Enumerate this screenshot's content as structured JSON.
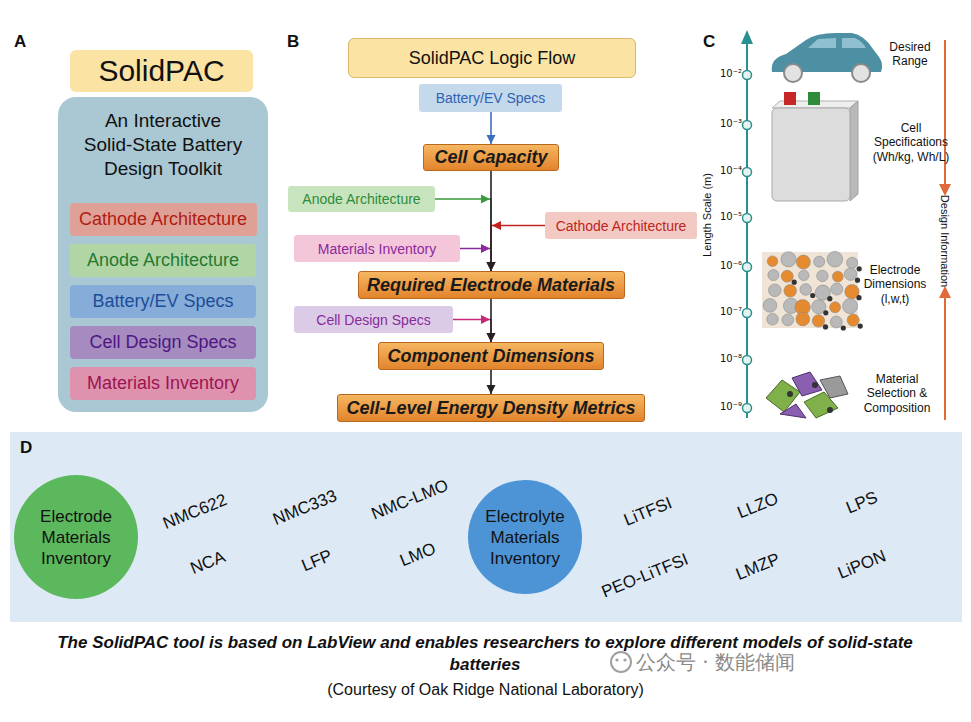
{
  "diagram": {
    "caption": "The SolidPAC tool is based on LabView and enables researchers to explore different models of solid-state batteries",
    "nodes": [
      {
        "text": [
          "SolidPAC"
        ]
      },
      {
        "text": [
          "An Interactive Solid-State Battery Design Toolkit"
        ]
      },
      {
        "text": [
          "Cathode Architecture"
        ],
        "in": 1
      },
      {
        "text": [
          "Anode Architecture"
        ],
        "in": 1
      },
      {
        "text": [
          "Battery/EV Specs"
        ],
        "in": 1
      },
      {
        "text": [
          "Cell Design Specs"
        ],
        "in": 1
      },
      {
        "text": [
          "Materials Inventory"
        ],
        "in": 1
      },
      {
        "text": [
          "SolidPAC Logic Flow"
        ]
      },
      {
        "text": [
          "Battery/EV Specs"
        ]
      },
      {
        "text": [
          "Cell Capacity"
        ]
      },
      {
        "text": [
          "Anode Architecture"
        ]
      },
      {
        "text": [
          "Cathode Architecture"
        ]
      },
      {
        "text": [
          "Materials Inventory"
        ]
      },
      {
        "text": [
          "Required Electrode Materials"
        ]
      },
      {
        "text": [
          "Cell Design Specs"
        ]
      },
      {
        "text": [
          "Component Dimensions"
        ]
      },
      {
        "text": [
          "Cell-Level Energy Density Metrics"
        ]
      },
      {
        "text": [
          "D"
        ]
      },
      {
        "text": [
          "Electrode Materials Inventory"
        ],
        "in": 17
      },
      {
        "text": [
          "Electrolyte Materials Inventory"
        ],
        "in": 17
      }
    ],
    "edges": [
      {
        "from": 8,
        "to": 9,
        "arrow": "to"
      },
      {
        "from": 9,
        "to": 13,
        "arrow": "to"
      },
      {
        "from": 10,
        "to": 13,
        "arrow": "to"
      },
      {
        "from": 11,
        "to": 13,
        "arrow": "to"
      },
      {
        "from": 12,
        "to": 13,
        "arrow": "to"
      },
      {
        "from": 13,
        "to": 15,
        "arrow": "to"
      },
      {
        "from": 14,
        "to": 15,
        "arrow": "to"
      },
      {
        "from": 15,
        "to": 16,
        "arrow": "to"
      },
      {
        "from": 18,
        "to": 19,
        "arrow": "to"
      }
    ],
    "labels": [
      "A",
      "B",
      "C",
      "10⁻²",
      "10⁻³",
      "10⁻⁴",
      "10⁻⁵",
      "10⁻⁶",
      "10⁻⁷",
      "10⁻⁸",
      "10⁻⁹",
      "Length Scale (m)",
      "Desired Range",
      "Cell Specifications (Wh/kg, Wh/L)",
      "Electrode Dimensions (l,w,t)",
      "Material Selection & Composition",
      "Design Information",
      "NMC622",
      "NMC333",
      "NMC-LMO",
      "NCA",
      "LFP",
      "LMO",
      "LiTFSI",
      "LLZO",
      "LPS",
      "PEO-LiTFSI",
      "LMZP",
      "LiPON",
      "(Courtesy of Oak Ridge National Laboratory)",
      "公众号 · 数能储闻"
    ]
  }
}
